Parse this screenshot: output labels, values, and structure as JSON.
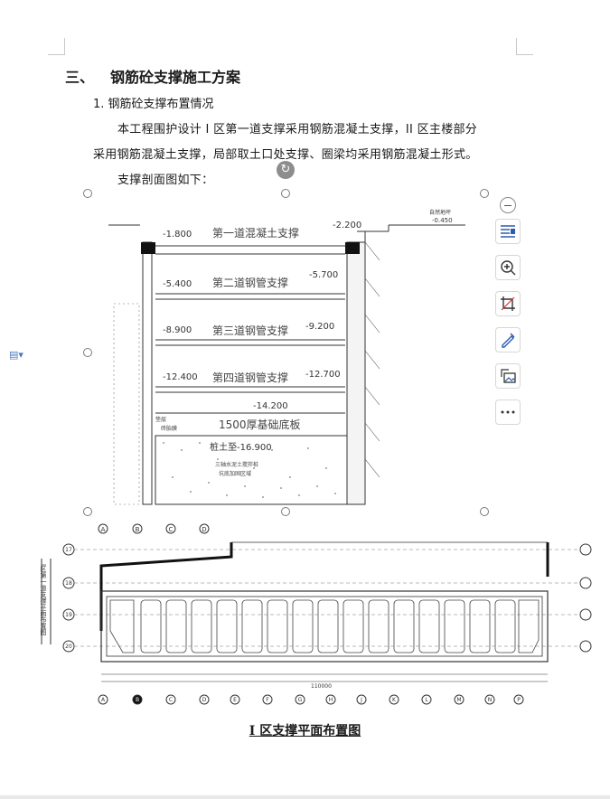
{
  "heading": {
    "number": "三、",
    "title": "钢筋砼支撑施工方案"
  },
  "subheading": "1. 钢筋砼支撑布置情况",
  "paragraphs": [
    "本工程围护设计 I 区第一道支撑采用钢筋混凝土支撑，II 区主楼部分",
    "采用钢筋混凝土支撑，局部取土口处支撑、圈梁均采用钢筋混凝土形式。",
    "支撑剖面图如下："
  ],
  "section_drawing": {
    "ground_label": "自然地坪",
    "ground_level": "-0.450",
    "level_top_right": "-2.200",
    "levels": [
      {
        "elevation": "-1.800",
        "label": "第一道混凝土支撑"
      },
      {
        "elevation": "-5.400",
        "label": "第二道钢管支撑",
        "right": "-5.700"
      },
      {
        "elevation": "-8.900",
        "label": "第三道钢管支撑",
        "right": "-9.200"
      },
      {
        "elevation": "-12.400",
        "label": "第四道钢管支撑",
        "right": "-12.700"
      }
    ],
    "base_level": "-14.200",
    "base_label": "1500厚基础底板",
    "pile_label": "桩土至-16.900",
    "pile_note_1": "三轴水泥土搅拌桩",
    "pile_note_2": "坑底加固区域",
    "left_note_1": "垫层",
    "left_note_2": "砖胎膜"
  },
  "plan_drawing": {
    "title_vertical": "I区第一道支撑平面布置图",
    "top_axes": [
      "A",
      "B",
      "C",
      "D"
    ],
    "bottom_axes": [
      "A",
      "B",
      "C",
      "D",
      "E",
      "F",
      "G",
      "H",
      "J",
      "K",
      "L",
      "M",
      "N",
      "P"
    ],
    "row_axes": [
      "17",
      "18",
      "19",
      "20"
    ],
    "total_dim": "110000"
  },
  "caption": "I 区支撑平面布置图",
  "toolbar": {
    "items": [
      "layout-options",
      "zoom",
      "crop",
      "edit-picture",
      "replace-picture",
      "more"
    ]
  }
}
